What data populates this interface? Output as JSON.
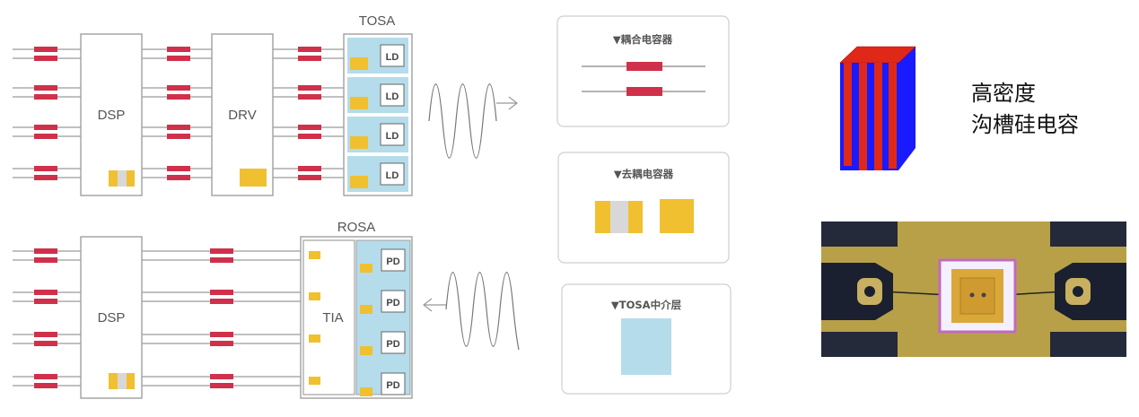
{
  "tx": {
    "label_dsp": "DSP",
    "label_drv": "DRV",
    "label_module": "TOSA",
    "laser_labels": [
      "LD",
      "LD",
      "LD",
      "LD"
    ]
  },
  "rx": {
    "label_dsp": "DSP",
    "label_tia": "TIA",
    "label_module": "ROSA",
    "pd_labels": [
      "PD",
      "PD",
      "PD",
      "PD"
    ]
  },
  "legend": {
    "coupling_capacitor": "▼耦合电容器",
    "decoupling_capacitor": "▼去耦电容器",
    "tosa_interposer": "▼TOSA中介层"
  },
  "product": {
    "line1": "高密度",
    "line2": "沟槽硅电容"
  },
  "colors": {
    "line": "#9a9a9a",
    "box_stroke": "#a0a0a0",
    "capacitor_red": "#d0304a",
    "pad_yellow": "#f0c030",
    "pad_gray": "#d8d8d8",
    "module_blue": "#b5dceb",
    "cap3d_red": "#e02818",
    "cap3d_blue": "#1a1aff",
    "photo_gold": "#b8a048",
    "photo_dark": "#242a3a"
  }
}
